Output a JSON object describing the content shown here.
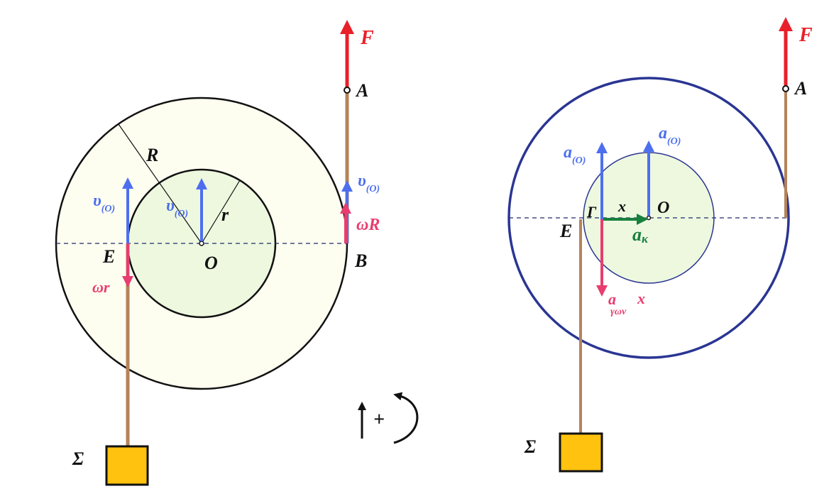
{
  "colors": {
    "outer_fill_left": "#fdfdf0",
    "inner_fill": "#edf8df",
    "outer_stroke_left": "#111111",
    "outer_stroke_right": "#2a3593",
    "inner_stroke_right": "#2a3593",
    "rope": "#b5835a",
    "force": "#e8202a",
    "velocity": "#4d6fef",
    "omega": "#e83d6f",
    "green": "#17803d",
    "block": "#ffc20e",
    "dashed": "#1f2b6b",
    "text": "#111111"
  },
  "left": {
    "label_F": "F",
    "label_A": "A",
    "label_R": "R",
    "label_r": "r",
    "label_O": "O",
    "label_E": "E",
    "label_B": "B",
    "label_Sigma": "Σ",
    "label_vO_base": "υ",
    "label_vO_sub": "(O)",
    "label_omegaR": "ωR",
    "label_omegar": "ωr"
  },
  "sign_convention": {
    "plus": "+"
  },
  "right": {
    "label_F": "F",
    "label_A": "A",
    "label_O": "O",
    "label_E": "E",
    "label_Gamma": "Γ",
    "label_x1": "x",
    "label_x2": "x",
    "label_Sigma": "Σ",
    "label_aO_base": "a",
    "label_aO_sub": "(O)",
    "label_ak_base": "a",
    "label_ak_sub": "κ",
    "label_agon_base": "a",
    "label_agon_sub": "γων"
  }
}
